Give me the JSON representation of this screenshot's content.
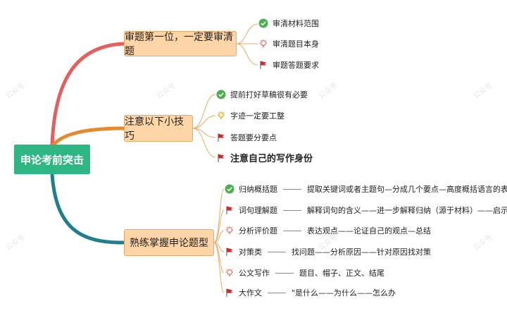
{
  "root": {
    "label": "申论考前突击"
  },
  "branches": [
    {
      "label": "审题第一位，一定要审清题",
      "leaves": [
        {
          "icon": "check-icon",
          "label": "审清材料范围"
        },
        {
          "icon": "bulb-icon",
          "label": "审清题目本身"
        },
        {
          "icon": "flag-icon",
          "label": "审题答题要求"
        }
      ]
    },
    {
      "label": "注意以下小技巧",
      "leaves": [
        {
          "icon": "check-icon",
          "label": "提前打好草稿很有必要"
        },
        {
          "icon": "bulb-icon",
          "label": "字迹一定要工整"
        },
        {
          "icon": "flag-icon",
          "label": "答题要分要点"
        },
        {
          "icon": "flag-icon",
          "label": "注意自己的写作身份"
        }
      ]
    },
    {
      "label": "熟练掌握申论题型",
      "leaves": [
        {
          "icon": "check-icon",
          "label": "归纳概括题",
          "desc": "提取关键词或者主题句—分成几个要点—高度概括语言的表达出来"
        },
        {
          "icon": "flag-icon",
          "label": "词句理解题",
          "desc": "解释词句的含义——进一步解释归纳（源于材料）——启示与展望"
        },
        {
          "icon": "bulb-icon",
          "label": "分析评价题",
          "desc": "表达观点——论证自己的观点—总结"
        },
        {
          "icon": "flag-icon",
          "label": "对策类",
          "desc": "找问题——分析原因——针对原因找对策"
        },
        {
          "icon": "bulb-icon",
          "label": "公文写作",
          "desc": "题目、帽子、正文、结尾"
        },
        {
          "icon": "flag-icon",
          "label": "大作文",
          "desc": "\"是什么——为什么——怎么办"
        }
      ]
    }
  ],
  "colors": {
    "root_fill": "#2fb685",
    "branch_fill": "#fdd5a6",
    "branch_border": "#e8a966",
    "link_1": "#e2605d",
    "link_2": "#e58a2c",
    "link_3": "#1f7f8c",
    "leaf_connector": "#e8a966",
    "check": "#4caf50",
    "flag": "#d9232d",
    "bulb": "#e55a5a"
  },
  "watermark": "公众号"
}
